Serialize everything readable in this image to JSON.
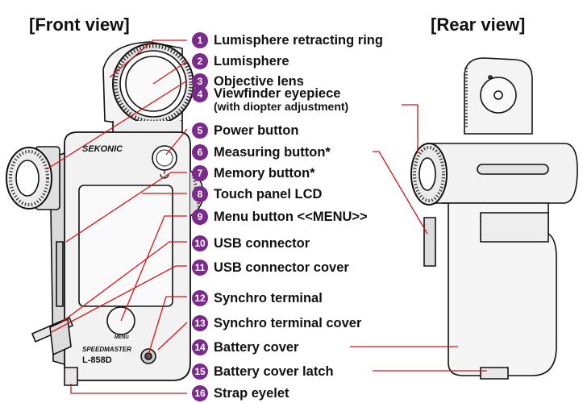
{
  "front_title": "[Front view]",
  "rear_title": "[Rear view]",
  "accent_color": "#7a2a8c",
  "leader_color": "#d4141a",
  "device_text": {
    "brand": "SEKONIC",
    "model_line1": "SPEEDMASTER",
    "model_line2": "L-858D",
    "menu": "MENU"
  },
  "parts": [
    {
      "num": "1",
      "label": "Lumisphere retracting ring"
    },
    {
      "num": "2",
      "label": "Lumisphere"
    },
    {
      "num": "3",
      "label": "Objective lens"
    },
    {
      "num": "4",
      "label": "Viewfinder eyepiece",
      "sublabel": "(with diopter adjustment)"
    },
    {
      "num": "5",
      "label": "Power button"
    },
    {
      "num": "6",
      "label": "Measuring button*"
    },
    {
      "num": "7",
      "label": "Memory button*"
    },
    {
      "num": "8",
      "label": "Touch panel LCD"
    },
    {
      "num": "9",
      "label": "Menu button <<MENU>>"
    },
    {
      "num": "10",
      "label": "USB connector"
    },
    {
      "num": "11",
      "label": "USB connector cover"
    },
    {
      "num": "12",
      "label": "Synchro terminal"
    },
    {
      "num": "13",
      "label": "Synchro terminal cover"
    },
    {
      "num": "14",
      "label": "Battery cover"
    },
    {
      "num": "15",
      "label": "Battery cover latch"
    },
    {
      "num": "16",
      "label": "Strap eyelet"
    }
  ]
}
